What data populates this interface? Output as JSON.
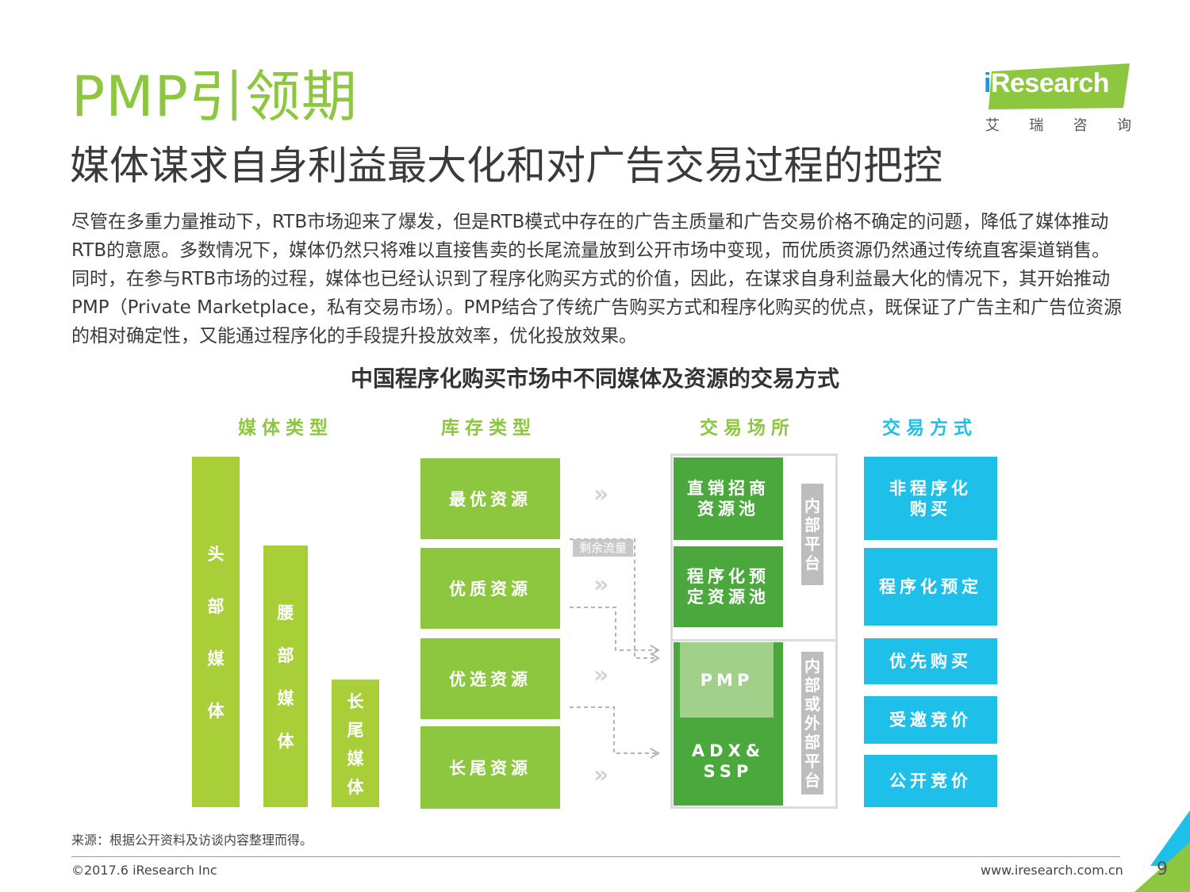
{
  "header": {
    "title": "PMP引领期",
    "subtitle": "媒体谋求自身利益最大化和对广告交易过程的把控"
  },
  "logo": {
    "i_char": "i",
    "rest": "Research",
    "cn": [
      "艾",
      "瑞",
      "咨",
      "询"
    ]
  },
  "body": {
    "paragraph": "尽管在多重力量推动下，RTB市场迎来了爆发，但是RTB模式中存在的广告主质量和广告交易价格不确定的问题，降低了媒体推动RTB的意愿。多数情况下，媒体仍然只将难以直接售卖的长尾流量放到公开市场中变现，而优质资源仍然通过传统直客渠道销售。同时，在参与RTB市场的过程，媒体也已经认识到了程序化购买方式的价值，因此，在谋求自身利益最大化的情况下，其开始推动PMP（Private Marketplace，私有交易市场）。PMP结合了传统广告购买方式和程序化购买的优点，既保证了广告主和广告位资源的相对确定性，又能通过程序化的手段提升投放效率，优化投放效果。"
  },
  "diagram": {
    "title": "中国程序化购买市场中不同媒体及资源的交易方式",
    "columns": {
      "media": "媒体类型",
      "inventory": "库存类型",
      "venue": "交易场所",
      "method": "交易方式"
    },
    "media_types": [
      {
        "chars": [
          "头",
          "部",
          "媒",
          "体"
        ]
      },
      {
        "chars": [
          "腰",
          "部",
          "媒",
          "体"
        ]
      },
      {
        "chars": [
          "长",
          "尾",
          "媒",
          "体"
        ]
      }
    ],
    "inventory_types": [
      "最优资源",
      "优质资源",
      "优选资源",
      "长尾资源"
    ],
    "surplus_label": "剩余流量",
    "venues": {
      "direct_pool": [
        "直销招商",
        "资源池"
      ],
      "programmatic_pool": [
        "程序化预",
        "定资源池"
      ],
      "internal_tag": [
        "内",
        "部",
        "平",
        "台"
      ],
      "pmp": "PMP",
      "adx": [
        "ADX&",
        "SSP"
      ],
      "ext_tag": [
        "内",
        "部",
        "或",
        "外",
        "部",
        "平",
        "台"
      ]
    },
    "methods": [
      [
        "非程序化",
        "购买"
      ],
      [
        "程序化预定"
      ],
      [
        "优先购买"
      ],
      [
        "受邀竞价"
      ],
      [
        "公开竞价"
      ]
    ],
    "chevron": "»"
  },
  "footer": {
    "source": "来源：根据公开资料及访谈内容整理而得。",
    "copyright": "©2017.6 iResearch Inc",
    "website": "www.iresearch.com.cn",
    "page": "9"
  },
  "colors": {
    "title_green": "#8dc63f",
    "media_bar": "#a8cf38",
    "inventory_green": "#8dc63f",
    "pool_green": "#4aa83c",
    "pmp_light": "#a0d08a",
    "trade_blue": "#1ec0ea",
    "logo_green": "#8dc63f",
    "logo_blue": "#1a9bd7"
  }
}
